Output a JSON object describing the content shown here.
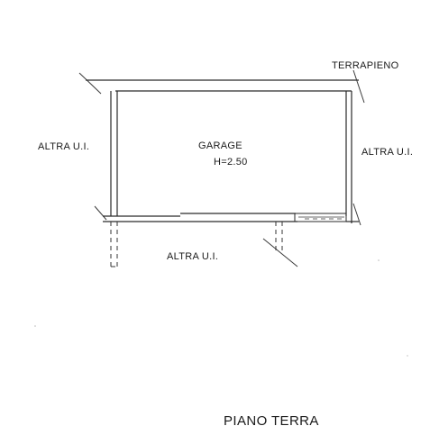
{
  "plan": {
    "title": "PIANO TERRA",
    "embankment_label": "TERRAPIENO",
    "room": {
      "name": "GARAGE",
      "height_label": "H=2.50"
    },
    "neighbor_units": {
      "left": "ALTRA U.I.",
      "right": "ALTRA U.I.",
      "bottom": "ALTRA U.I."
    }
  }
}
